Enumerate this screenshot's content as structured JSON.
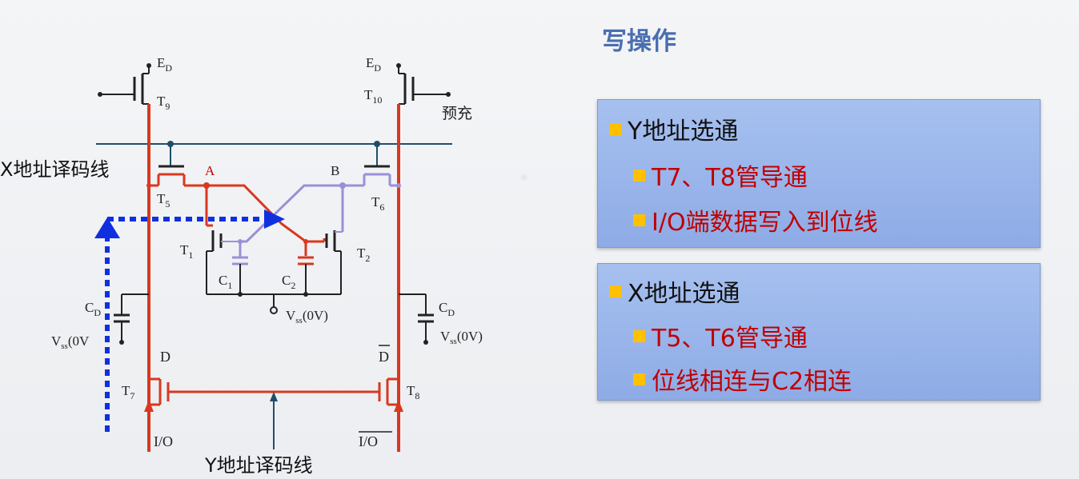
{
  "title": "写操作",
  "sections": [
    {
      "heading": "Y地址选通",
      "items": [
        "T7、T8管导通",
        "I/O端数据写入到位线"
      ]
    },
    {
      "heading": "X地址选通",
      "items": [
        "T5、T6管导通",
        "位线相连与C2相连"
      ]
    }
  ],
  "diagram": {
    "x_line_label": "X地址译码线",
    "y_line_label": "Y地址译码线",
    "precharge_label": "预充",
    "node_a": "A",
    "node_b": "B",
    "node_d": "D",
    "node_dbar": "D",
    "io_label": "I/O",
    "io_bar_label": "I/O",
    "transistors": {
      "t1": {
        "main": "T",
        "sub": "1"
      },
      "t2": {
        "main": "T",
        "sub": "2"
      },
      "t5": {
        "main": "T",
        "sub": "5"
      },
      "t6": {
        "main": "T",
        "sub": "6"
      },
      "t7": {
        "main": "T",
        "sub": "7"
      },
      "t8": {
        "main": "T",
        "sub": "8"
      },
      "t9": {
        "main": "T",
        "sub": "9"
      },
      "t10": {
        "main": "T",
        "sub": "10"
      }
    },
    "ed_left": {
      "main": "E",
      "sub": "D"
    },
    "ed_right": {
      "main": "E",
      "sub": "D"
    },
    "c1": {
      "main": "C",
      "sub": "1"
    },
    "c2": {
      "main": "C",
      "sub": "2"
    },
    "cd_left": {
      "main": "C",
      "sub": "D"
    },
    "cd_right": {
      "main": "C",
      "sub": "D"
    },
    "vss_center": {
      "main": "V",
      "sub": "ss",
      "tail": "(0V)"
    },
    "vss_left": {
      "main": "V",
      "sub": "ss",
      "tail": "(0V"
    },
    "vss_right": {
      "main": "V",
      "sub": "ss",
      "tail": "(0V)"
    }
  },
  "colors": {
    "title": "#4a6fb0",
    "box_fill": "#98b4ea",
    "bullet": "#ffc000",
    "sub_text": "#c00000",
    "wire_red": "#d9381e",
    "wire_purple": "#9b8fd8",
    "wire_teal": "#1f4e6b",
    "arrow_blue": "#1030e0"
  }
}
